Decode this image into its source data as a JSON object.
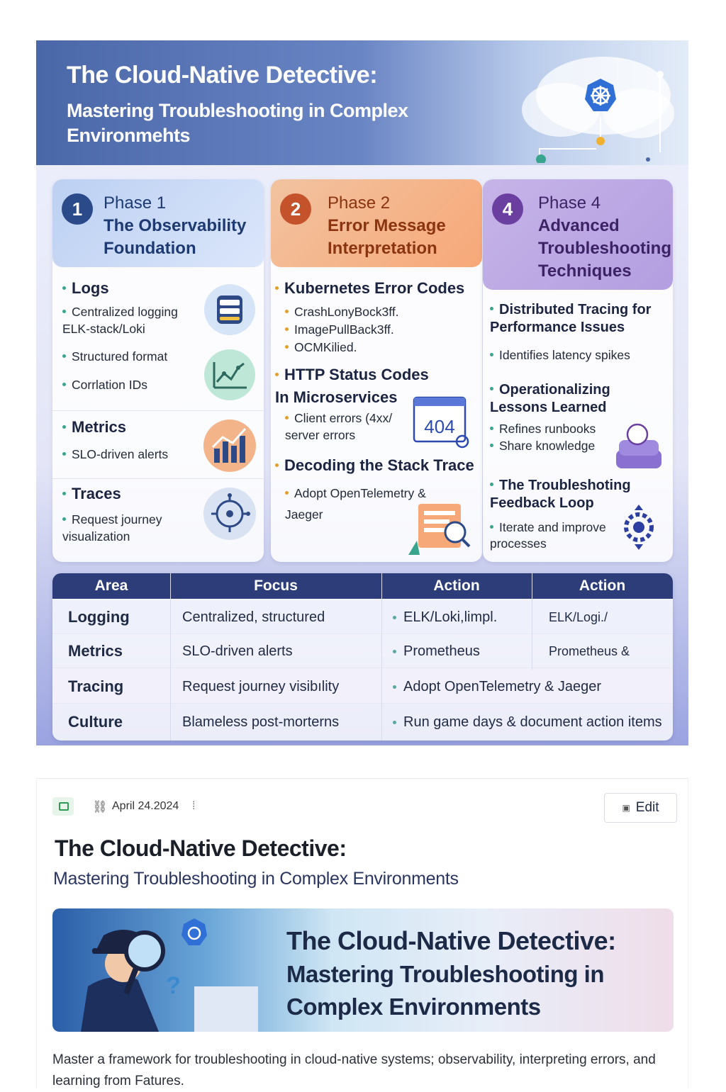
{
  "banner": {
    "title": "The Cloud-Native Detective:",
    "subtitle": "Mastering Troubleshooting in Complex Environmehts"
  },
  "phases": [
    {
      "number": "1",
      "label": "Phase 1",
      "title": "The Observability Foundation",
      "items": [
        {
          "text": "Logs",
          "kind": "head"
        },
        {
          "text": "Centralized logging ELK-stack/Loki",
          "kind": "bullet"
        },
        {
          "text": "Structured format",
          "kind": "bullet"
        },
        {
          "text": "Corrlation IDs",
          "kind": "bullet"
        },
        {
          "text": "Metrics",
          "kind": "head"
        },
        {
          "text": "SLO-driven alerts",
          "kind": "bullet"
        },
        {
          "text": "Traces",
          "kind": "head"
        },
        {
          "text": "Request journey visualization",
          "kind": "bullet"
        }
      ]
    },
    {
      "number": "2",
      "label": "Phase 2",
      "title": "Error Message Interpretation",
      "items": [
        {
          "text": "Kubernetes Error Codes",
          "kind": "head"
        },
        {
          "text": "CrashLonyBock3ff.",
          "kind": "bullet"
        },
        {
          "text": "ImagePullBack3ff.",
          "kind": "bullet"
        },
        {
          "text": "OCMKilied.",
          "kind": "bullet"
        },
        {
          "text": "HTTP Status Codes In Microservices",
          "kind": "head"
        },
        {
          "text": "Client errors (4xx/ server errors",
          "kind": "bullet"
        },
        {
          "text": "Decoding the Stack Trace",
          "kind": "head"
        },
        {
          "text": "Adopt OpenTelemetry & Jaeger",
          "kind": "bullet"
        }
      ],
      "status_badge": "404"
    },
    {
      "number": "4",
      "label": "Phase 4",
      "title": "Advanced Troubleshooting Techniques",
      "items": [
        {
          "text": "Distributed Tracing for Performance Issues",
          "kind": "head"
        },
        {
          "text": "Identifies latency spikes",
          "kind": "bullet"
        },
        {
          "text": "Operationalizing Lessons Learned",
          "kind": "head"
        },
        {
          "text": "Refines runbooks",
          "kind": "bullet"
        },
        {
          "text": "Share knowledge",
          "kind": "bullet"
        },
        {
          "text": "The Troubleshoting Feedback Loop",
          "kind": "head"
        },
        {
          "text": "Iterate and improve processes",
          "kind": "bullet"
        }
      ]
    }
  ],
  "table": {
    "headers": [
      "Area",
      "Focus",
      "Action",
      "Action"
    ],
    "rows": [
      [
        "Logging",
        "Centralized, structured",
        "ELK/Loki,limpl.",
        "ELK/Logi./"
      ],
      [
        "Metrics",
        "SLO-driven alerts",
        "Prometheus",
        "Prometheus &"
      ],
      [
        "Tracing",
        "Request journey visibılity",
        "Adopt OpenTelemetry & Jaeger",
        ""
      ],
      [
        "Culture",
        "Blameless post-morterns",
        "Run game days & document action items",
        ""
      ]
    ]
  },
  "article": {
    "date": "April 24.2024",
    "edit_label": "Edit",
    "title": "The Cloud-Native Detective:",
    "subtitle": "Mastering Troubleshooting in Complex Environments",
    "hero_title": "The Cloud-Native Detective:",
    "hero_subtitle": "Mastering Troubleshooting in Complex Environments",
    "summary": "Master a framework for troubleshooting in cloud-native systems; observability, interpreting errors, and learning from Fatures."
  },
  "icons": {
    "banner": "kubernetes-cloud-icon",
    "logs": "database-icon",
    "structured": "chart-line-icon",
    "metrics": "bar-chart-icon",
    "traces": "network-node-icon",
    "http": "browser-404-icon",
    "stack": "document-search-icon",
    "lessons": "stacked-layers-icon",
    "feedback": "gear-cycle-icon",
    "meta": "calendar-icon",
    "link": "link-icon",
    "edit": "edit-icon",
    "hero": "detective-magnifier-icon"
  },
  "colors": {
    "banner": "#4a67a8",
    "phase1": "#2b4a8a",
    "phase2": "#c4522a",
    "phase4": "#6b3fa0",
    "table_head": "#2d3d7a"
  }
}
